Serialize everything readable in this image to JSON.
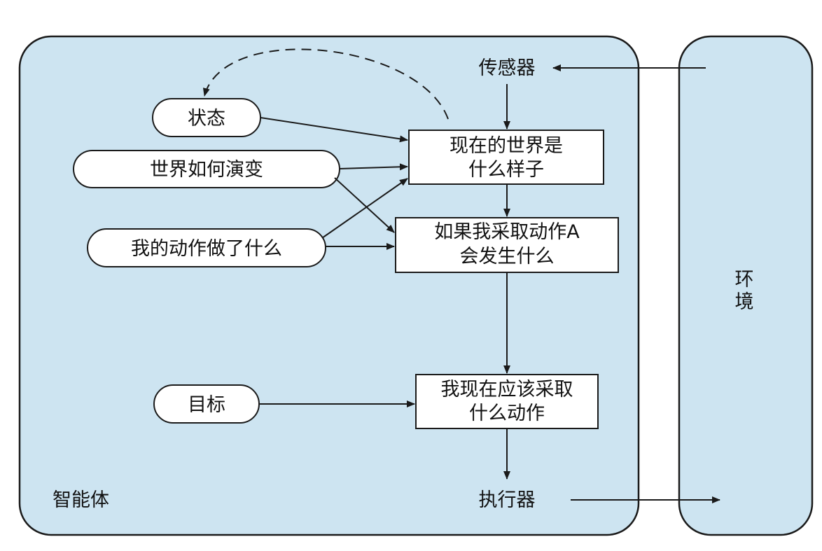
{
  "agent": {
    "label": "智能体"
  },
  "environment": {
    "label_line1": "环",
    "label_line2": "境"
  },
  "sensor": {
    "label": "传感器"
  },
  "actuator": {
    "label": "执行器"
  },
  "state_pill": {
    "label": "状态"
  },
  "world_evolution_pill": {
    "label": "世界如何演变"
  },
  "my_actions_pill": {
    "label": "我的动作做了什么"
  },
  "goal_pill": {
    "label": "目标"
  },
  "world_now_box": {
    "line1": "现在的世界是",
    "line2": "什么样子"
  },
  "what_if_box": {
    "line1": "如果我采取动作A",
    "line2": "会发生什么"
  },
  "decision_box": {
    "line1": "我现在应该采取",
    "line2": "什么动作"
  },
  "colors": {
    "panel_fill": "#cde4f1",
    "node_fill": "#ffffff",
    "stroke": "#1a1a1a"
  }
}
